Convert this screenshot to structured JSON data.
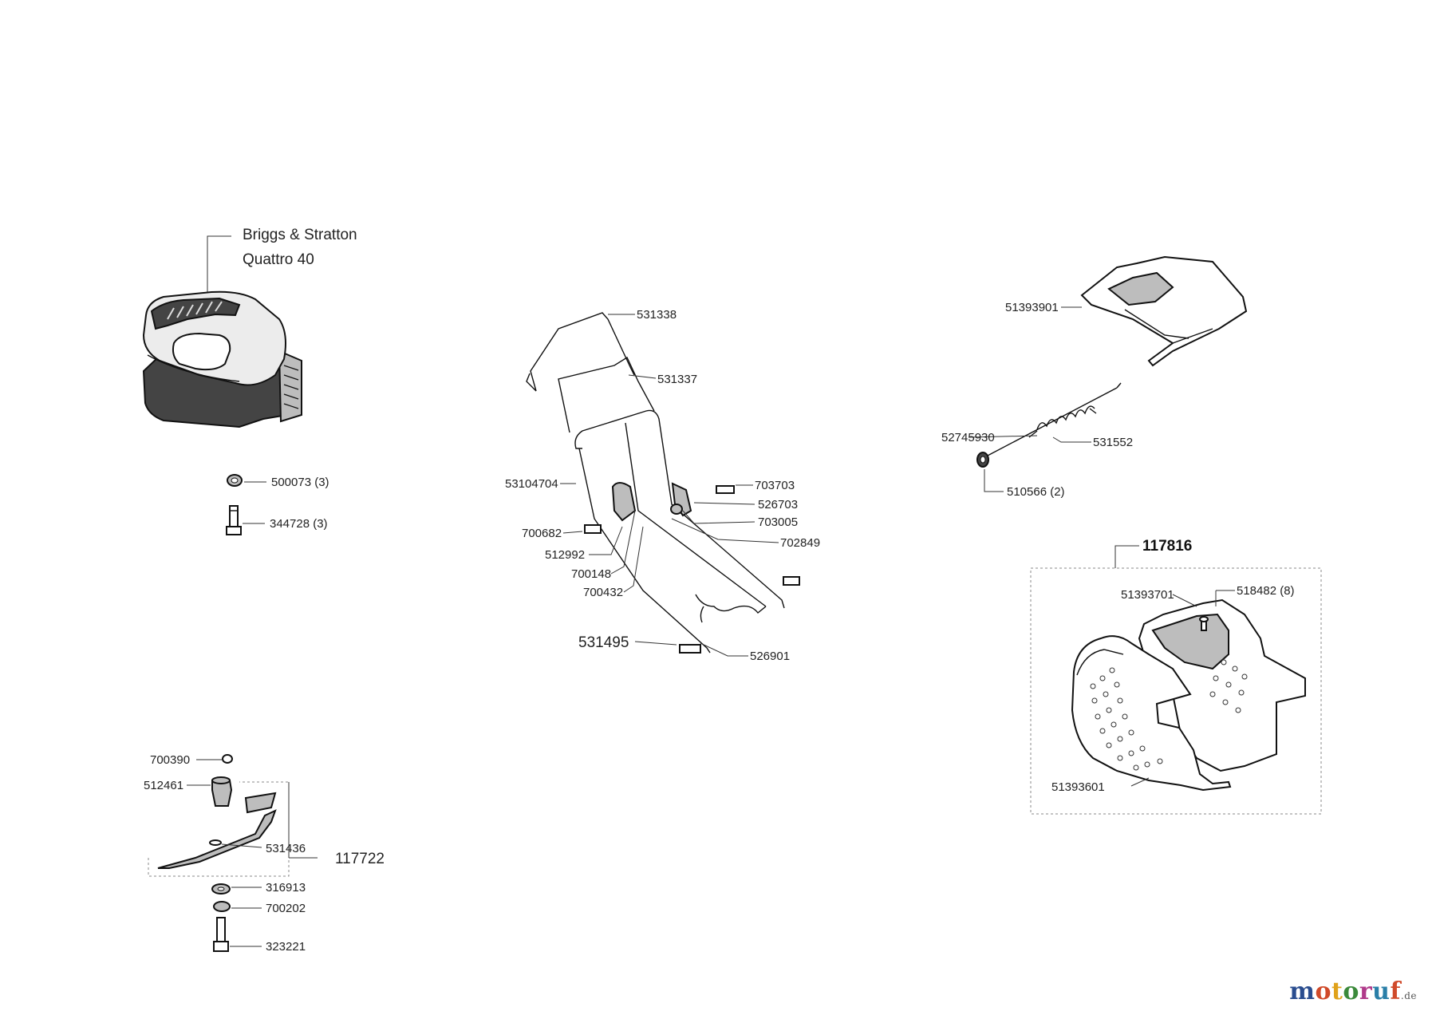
{
  "engine": {
    "name_line1": "Briggs & Stratton",
    "name_line2": "Quattro 40"
  },
  "labels": {
    "p500073": "500073 (3)",
    "p344728": "344728 (3)",
    "p700390": "700390",
    "p512461": "512461",
    "p531436": "531436",
    "p117722": "117722",
    "p316913": "316913",
    "p700202": "700202",
    "p323221": "323221",
    "p531338": "531338",
    "p531337": "531337",
    "p53104704": "53104704",
    "p703703": "703703",
    "p526703": "526703",
    "p703005": "703005",
    "p702849": "702849",
    "p700682": "700682",
    "p512992": "512992",
    "p700148": "700148",
    "p700432": "700432",
    "p531495": "531495",
    "p526901": "526901",
    "p51393901": "51393901",
    "p52745930": "52745930",
    "p531552": "531552",
    "p510566": "510566 (2)",
    "p117816": "117816",
    "p51393701": "51393701",
    "p518482": "518482 (8)",
    "p51393601": "51393601"
  },
  "logo": {
    "text": "motoruf",
    "tld": ".de"
  },
  "colors": {
    "logo_letters": [
      "#2a4d8f",
      "#d04a2a",
      "#e0a21b",
      "#3b8a3b",
      "#b03a8a",
      "#2a7fa8",
      "#d04a2a"
    ]
  }
}
